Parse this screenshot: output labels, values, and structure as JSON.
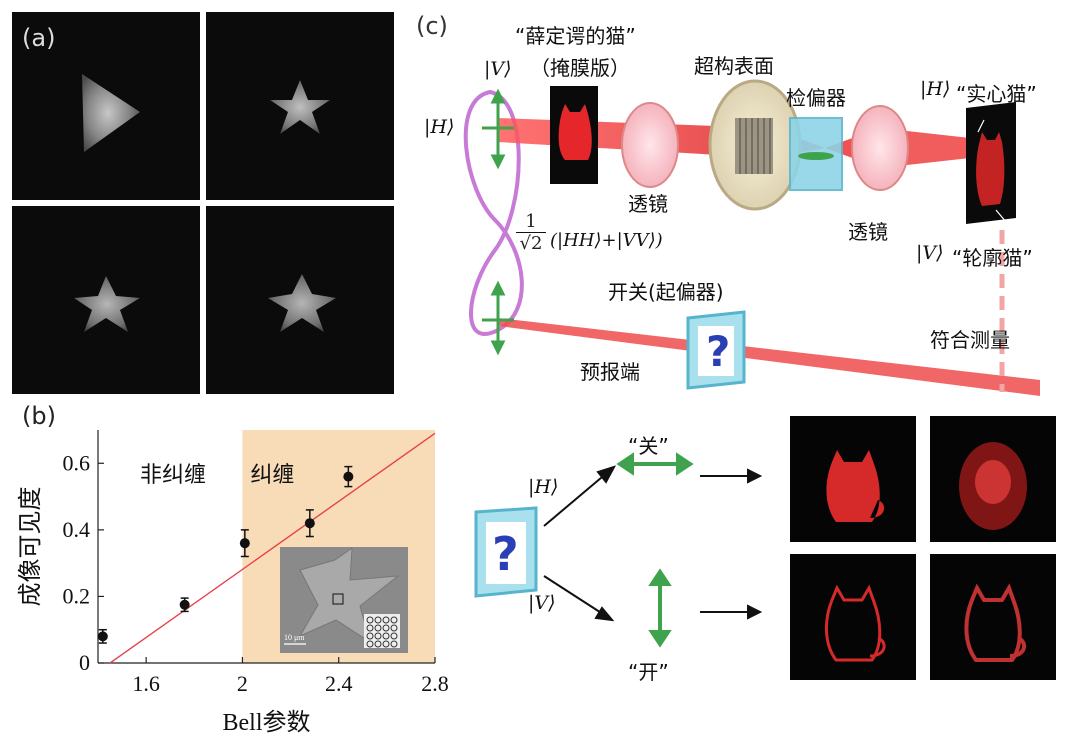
{
  "panels": {
    "a_label": "(a)",
    "b_label": "(b)",
    "c_label": "(c)"
  },
  "tiles": [
    {
      "shape": "triangle"
    },
    {
      "shape": "star"
    },
    {
      "shape": "star"
    },
    {
      "shape": "star"
    }
  ],
  "chart_data": {
    "type": "scatter",
    "xlabel": "Bell参数",
    "ylabel": "成像可见度",
    "xlim": [
      1.4,
      2.8
    ],
    "ylim": [
      0,
      0.7
    ],
    "xticks": [
      "1.6",
      "2",
      "2.4",
      "2.8"
    ],
    "xtick_values": [
      1.6,
      2.0,
      2.4,
      2.8
    ],
    "yticks": [
      "0",
      "0.2",
      "0.4",
      "0.6"
    ],
    "ytick_values": [
      0,
      0.2,
      0.4,
      0.6
    ],
    "region_labels": {
      "left": "非纠缠",
      "right": "纠缠"
    },
    "entangled_threshold": 2.0,
    "shade_color": "#f8dcb8",
    "fit_color": "#e8434b",
    "points": [
      {
        "x": 1.42,
        "y": 0.08,
        "err": 0.02
      },
      {
        "x": 1.76,
        "y": 0.175,
        "err": 0.02
      },
      {
        "x": 2.01,
        "y": 0.36,
        "err": 0.04
      },
      {
        "x": 2.28,
        "y": 0.42,
        "err": 0.04
      },
      {
        "x": 2.44,
        "y": 0.56,
        "err": 0.03
      }
    ],
    "fit_line": [
      [
        1.45,
        0.0
      ],
      [
        2.8,
        0.69
      ]
    ],
    "inset_scale": "10 μm"
  },
  "diagram": {
    "title_cat": "“薛定谔的猫”",
    "title_mask": "（掩膜版）",
    "ket_V": "|V⟩",
    "ket_H": "|H⟩",
    "metasurface": "超构表面",
    "analyzer": "检偏器",
    "lens_left": "透镜",
    "lens_right": "透镜",
    "solid_cat": "“实心猫”",
    "outline_cat": "“轮廓猫”",
    "bell_frac_num": "1",
    "bell_frac_den": "√2",
    "bell_state": "(|HH⟩+|VV⟩)",
    "switch": "开关(起偏器)",
    "herald": "预报端",
    "coincidence": "符合测量",
    "beam_color": "#ef3b3b",
    "loop_color": "#c77ad6"
  },
  "bottom": {
    "off_label": "“关”",
    "on_label": "“开”",
    "ket_H": "|H⟩",
    "ket_V": "|V⟩",
    "question_mark": "?"
  }
}
